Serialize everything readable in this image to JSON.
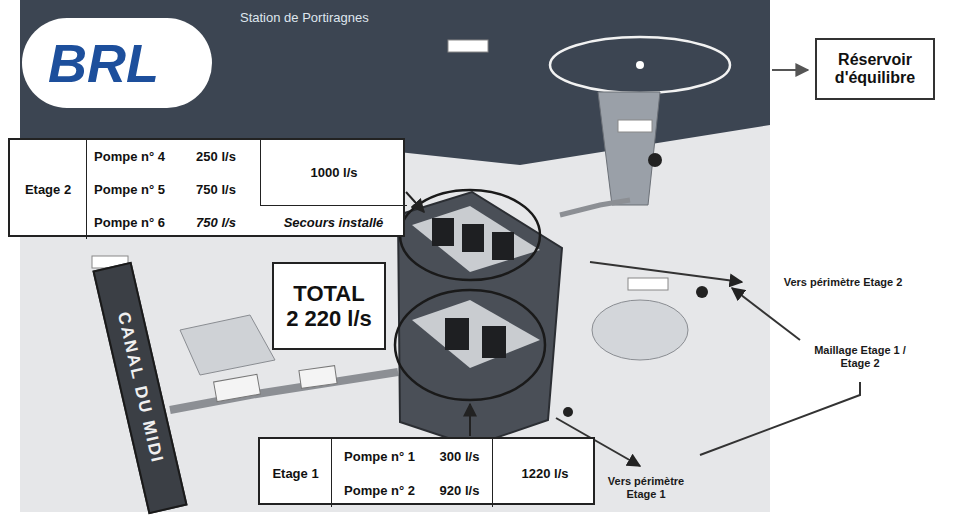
{
  "diagram": {
    "title": "Station de Portiragnes",
    "nodes": [
      {
        "text": [
          "BRL"
        ]
      },
      {
        "text": [
          "Réservoir d'équilibre"
        ]
      },
      {
        "text": [
          "Etage 2",
          "Pompe n° 4",
          "250 l/s",
          "Pompe n° 5",
          "750 l/s",
          "Pompe n° 6",
          "750 l/s",
          "1000 l/s",
          "Secours installé"
        ]
      },
      {
        "text": [
          "TOTAL",
          "2 220 l/s"
        ]
      },
      {
        "text": [
          "CANAL DU MIDI"
        ]
      },
      {
        "text": [
          "Etage 1",
          "Pompe n° 1",
          "300 l/s",
          "Pompe n° 2",
          "920 l/s",
          "1220 l/s"
        ]
      }
    ],
    "labels": [
      "Vers périmètre Etage 2",
      "Maillage Etage 1 / Etage 2",
      "Vers périmètre Etage 1"
    ]
  }
}
